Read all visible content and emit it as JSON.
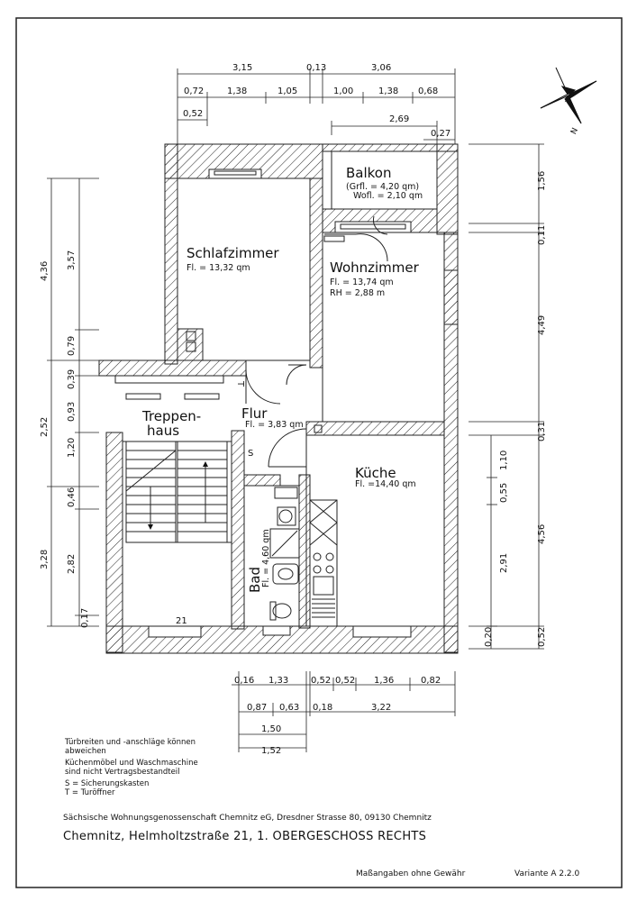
{
  "rooms": {
    "balkon": {
      "name": "Balkon",
      "l1": "(Grfl. = 4,20 qm)",
      "l2": "Wofl. = 2,10 qm"
    },
    "schlaf": {
      "name": "Schlafzimmer",
      "l1": "Fl. = 13,32 qm"
    },
    "wohn": {
      "name": "Wohnzimmer",
      "l1": "Fl. = 13,74 qm",
      "l2": "RH = 2,88 m"
    },
    "flur": {
      "name": "Flur",
      "l1": "Fl. = 3,83 qm"
    },
    "treppe": {
      "name1": "Treppen-",
      "name2": "haus"
    },
    "kueche": {
      "name": "Küche",
      "l1": "Fl. =14,40 qm"
    },
    "bad": {
      "name": "Bad",
      "l1": "Fl. = 4,60 qm"
    }
  },
  "marks": {
    "s": "S",
    "t": "T",
    "stair_num": "21",
    "north": "N"
  },
  "dims": {
    "top1": [
      "3,15",
      "0,13",
      "3,06"
    ],
    "top2": [
      "0,72",
      "1,38",
      "1,05",
      "1,00",
      "1,38",
      "0,68"
    ],
    "top3": [
      "0,52"
    ],
    "top4": [
      "2,69"
    ],
    "top5": [
      "0,27"
    ],
    "left_outer": [
      "4,36",
      "2,52",
      "3,28"
    ],
    "left_inner": [
      "3,57",
      "0,79",
      "0,39",
      "0,93",
      "1,20",
      "0,46",
      "2,82",
      "0,17"
    ],
    "right_outer": [
      "1,56",
      "0,11",
      "4,49",
      "0,31",
      "4,56",
      "0,52"
    ],
    "right_inner": [
      "1,10",
      "0,55",
      "2,91",
      "0,20"
    ],
    "bottom1": [
      "0,16",
      "1,33",
      "0,52",
      "0,52",
      "1,36",
      "0,82"
    ],
    "bottom2": [
      "0,87",
      "0,63",
      "0,18",
      "3,22"
    ],
    "bottom3": [
      "1,50"
    ],
    "bottom4": [
      "1,52"
    ]
  },
  "notes": {
    "n1": "Türbreiten und -anschläge können",
    "n2": "abweichen",
    "n3": "Küchenmöbel und Waschmaschine",
    "n4": "sind nicht Vertragsbestandteil",
    "n5": "S = Sicherungskasten",
    "n6": "T = Turöffner"
  },
  "footer": {
    "company": "Sächsische Wohnungsgenossenschaft Chemnitz eG, Dresdner Strasse 80, 09130 Chemnitz",
    "address": "Chemnitz, Helmholtzstraße 21, 1. OBERGESCHOSS RECHTS",
    "disclaimer": "Maßangaben ohne Gewähr",
    "variant": "Variante  A  2.2.0"
  }
}
